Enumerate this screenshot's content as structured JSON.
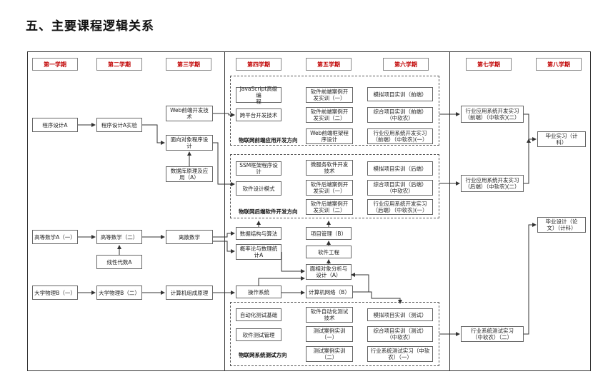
{
  "title": "五、主要课程逻辑关系",
  "terms": [
    {
      "id": "t1",
      "label": "第一学期"
    },
    {
      "id": "t2",
      "label": "第二学期"
    },
    {
      "id": "t3",
      "label": "第三学期"
    },
    {
      "id": "t4",
      "label": "第四学期"
    },
    {
      "id": "t5",
      "label": "第五学期"
    },
    {
      "id": "t6",
      "label": "第六学期"
    },
    {
      "id": "t7",
      "label": "第七学期"
    },
    {
      "id": "t8",
      "label": "第八学期"
    }
  ],
  "groups": {
    "frontend": "物联网前端应用开发方向",
    "backend": "物联网后端软件开发方向",
    "testing": "物联网系统测试方向"
  },
  "courses": {
    "prog_a": "程序设计A",
    "prog_a_lab": "程序设计A实验",
    "web_front": "Web前端开发技\n术",
    "oop": "面向对象程序设\n计",
    "db": "数据库原理及应\n用（A）",
    "js": "JavaScript高级编\n程",
    "cross": "跨平台开发技术",
    "sw_front1": "软件前端案例开\n发实训（一）",
    "sw_front2": "软件前端案例开\n发实训（二）",
    "web_frame": "Web前端框架程\n序设计",
    "sim_front": "模拟项目实训（前端）",
    "comp_front": "综合项目实训（前端）\n（中软农）",
    "ind_front": "行业应用系统开发实习\n（前端）（中软农)(一）",
    "ssm": "SSM框架程序设计",
    "pattern": "软件设计模式",
    "micro": "微服务软件开发\n技术",
    "sw_back1": "软件后端案例开\n发实训（一）",
    "sw_back2": "软件后端案例开\n发实训（二）",
    "sim_back": "模拟项目实训（后端）",
    "comp_back": "综合项目实训（后端）\n（中软农）",
    "ind_back": "行业应用系统开发实习\n（后端）（中软农)(一）",
    "math_a1": "高等数学A（一）",
    "math_a2": "高等数学（二）",
    "linalg": "线性代数A",
    "discrete": "离散数学",
    "ds": "数据结构与算法",
    "prob": "概率论与数理统\n计A",
    "pm": "项目管理（B）",
    "se": "软件工程",
    "ooad": "面相对象分析与\n设计（A）",
    "phys_b1": "大学物理B（一）",
    "phys_b2": "大学物理B（二）",
    "coa": "计算机组成原理",
    "os": "操作系统",
    "net": "计算机网络（B）",
    "auto_test": "自动化测试基础",
    "auto_test_tech": "软件自动化测试\n技术",
    "sw_test_mgmt": "软件测试管理",
    "test_case1": "测试案例实训\n（一）",
    "test_case2": "测试案例实训\n（二）",
    "sim_test": "模拟项目实训（测试）",
    "comp_test": "综合项目实训（测试）\n（中软农）",
    "ind_test": "行业系统测试实习（中软\n农）（一）",
    "ind7_front": "行业应用系统开发实习\n（前端）（中软农)(二）",
    "ind7_back": "行业应用系统开发实习\n（后端）（中软农)(二）",
    "ind7_test": "行业系统测试实习\n（中软农）（二）",
    "intern": "毕业实习（计\n科）",
    "thesis": "毕业设计（论\n文）（计科）"
  }
}
